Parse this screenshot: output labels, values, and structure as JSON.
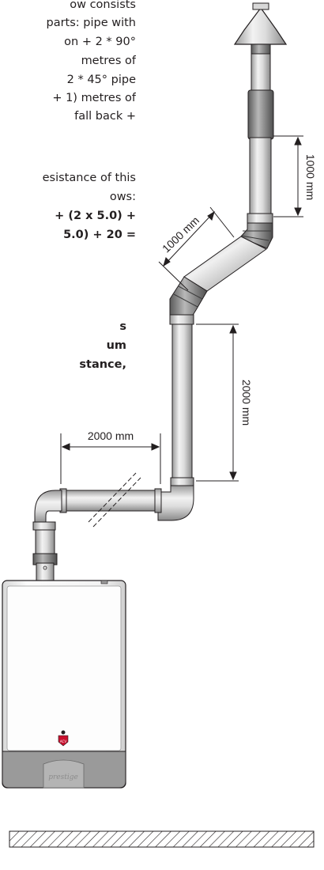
{
  "text_block": {
    "intro_lines": [
      "ow consists",
      "parts: pipe with",
      "on + 2 * 90°",
      "metres of",
      "2 * 45° pipe",
      "+ 1) metres of",
      "fall back +",
      "esistance of this",
      "ows:"
    ],
    "calc_lines": [
      "+ (2 x 5.0) +",
      "5.0) + 20 ="
    ],
    "conclusion_lines": [
      "s",
      "um",
      "stance,"
    ]
  },
  "dimensions": {
    "top_vertical": "1000 mm",
    "diagonal": "1000 mm",
    "middle_vertical": "2000 mm",
    "horizontal": "2000 mm"
  },
  "boiler": {
    "brand": "prestige",
    "logo_text": "ACV"
  },
  "colors": {
    "pipe_light": "#e6e6e6",
    "pipe_dark": "#8f8f8f",
    "outline": "#231f20",
    "boiler_panel": "#f5f5f5",
    "boiler_base": "#9a9a9a",
    "logo_red": "#c8102e"
  }
}
